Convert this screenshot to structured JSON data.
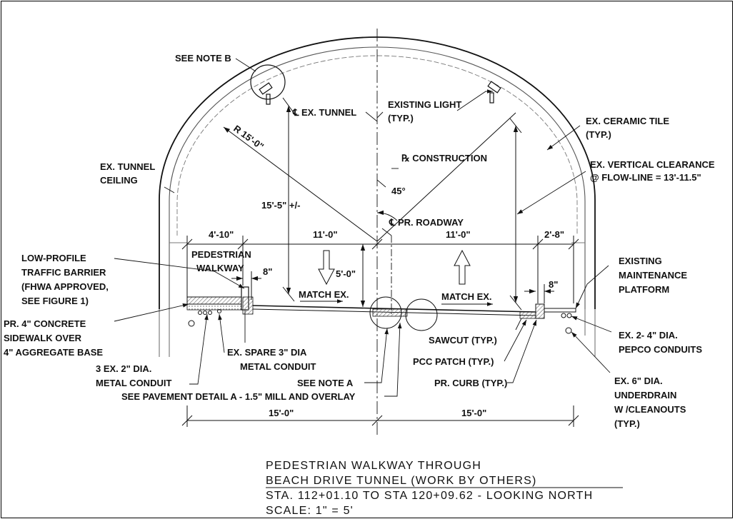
{
  "colors": {
    "ink": "#111111",
    "fill_hatch": "#888888"
  },
  "labels": {
    "see_note_b": "SEE NOTE B",
    "cl_ex_tunnel": "℄ EX. TUNNEL",
    "existing_light_1": "EXISTING LIGHT",
    "existing_light_2": "(TYP.)",
    "ex_ceramic_tile_1": "EX. CERAMIC TILE",
    "ex_ceramic_tile_2": "(TYP.)",
    "radius": "R 15'-0\"",
    "construction": "℞ CONSTRUCTION",
    "ex_tunnel_ceiling_1": "EX. TUNNEL",
    "ex_tunnel_ceiling_2": "CEILING",
    "vertical_clearance_1": "EX. VERTICAL CLEARANCE",
    "vertical_clearance_2": "@ FLOW-LINE = 13'-11.5\"",
    "angle": "45°",
    "height": "15'-5\" +/-",
    "cl_pr_roadway": "℄ PR. ROADWAY",
    "dim_4_10": "4'-10\"",
    "dim_11_left": "11'-0\"",
    "dim_11_right": "11'-0\"",
    "dim_2_8": "2'-8\"",
    "ped_walkway_1": "PEDESTRIAN",
    "ped_walkway_2": "WALKWAY",
    "dim_8_left": "8\"",
    "dim_5_0": "5'-0\"",
    "dim_8_right": "8\"",
    "low_profile_1": "LOW-PROFILE",
    "low_profile_2": "TRAFFIC BARRIER",
    "low_profile_3": "(FHWA APPROVED,",
    "low_profile_4": "SEE FIGURE 1)",
    "match_ex_left": "MATCH EX.",
    "match_ex_right": "MATCH EX.",
    "existing_maint_1": "EXISTING",
    "existing_maint_2": "MAINTENANCE",
    "existing_maint_3": "PLATFORM",
    "pr_concrete_1": "PR. 4\" CONCRETE",
    "pr_concrete_2": "SIDEWALK OVER",
    "pr_concrete_3": "4\" AGGREGATE BASE",
    "sawcut": "SAWCUT (TYP.)",
    "ex_2_4_conduits_1": "EX. 2- 4\" DIA.",
    "ex_2_4_conduits_2": "PEPCO CONDUITS",
    "ex_spare_1": "EX. SPARE 3\" DIA",
    "ex_spare_2": "METAL CONDUIT",
    "pcc_patch": "PCC PATCH (TYP.)",
    "three_ex_1": "3 EX. 2\" DIA.",
    "three_ex_2": "METAL CONDUIT",
    "see_note_a": "SEE NOTE A",
    "pr_curb": "PR. CURB (TYP.)",
    "underdrain_1": "EX. 6\" DIA.",
    "underdrain_2": "UNDERDRAIN",
    "underdrain_3": "W /CLEANOUTS",
    "underdrain_4": "(TYP.)",
    "pavement_detail": "SEE PAVEMENT DETAIL A - 1.5\" MILL AND OVERLAY",
    "dim_15_left": "15'-0\"",
    "dim_15_right": "15'-0\""
  },
  "title_block": {
    "line1": "PEDESTRIAN WALKWAY THROUGH",
    "line2": "BEACH DRIVE TUNNEL (WORK BY OTHERS)",
    "line3": "STA. 112+01.10 TO STA 120+09.62 - LOOKING NORTH",
    "line4": "SCALE: 1\" = 5'"
  }
}
